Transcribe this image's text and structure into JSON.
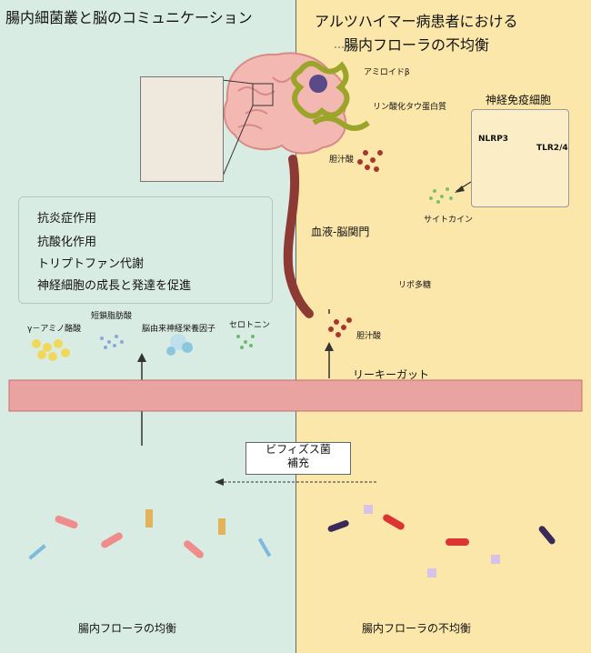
{
  "title_left": "腸内細菌叢と脳のコミュニケーション",
  "title_right_line1": "アルツハイマー病患者における",
  "title_right_line2": "腸内フローラの不均衡",
  "labels": {
    "amyloid": "アミロイドβ",
    "tau": "リン酸化タウ蛋白質",
    "bile_acid_top": "胆汁酸",
    "neuroimmune": "神経免疫細胞",
    "nlrp3": "NLRP3",
    "tlr": "TLR2/4",
    "cytokine": "サイトカイン",
    "bbb": "血液-脳関門",
    "lps": "リポ多糖",
    "bile_acid_bottom": "胆汁酸",
    "leaky_gut": "リーキーガット",
    "supplement_line1": "ビフィズス菌",
    "supplement_line2": "補充",
    "gut_balance": "腸内フローラの均衡",
    "gut_imbalance": "腸内フローラの不均衡"
  },
  "effects": [
    "抗炎症作用",
    "抗酸化作用",
    "トリプトファン代謝",
    "神経細胞の成長と発達を促進"
  ],
  "metabolites": {
    "gaba": "γ－アミノ酪酸",
    "scfa": "短鎖脂肪酸",
    "bdnf": "脳由来神経栄養因子",
    "serotonin": "セロトニン"
  }
}
